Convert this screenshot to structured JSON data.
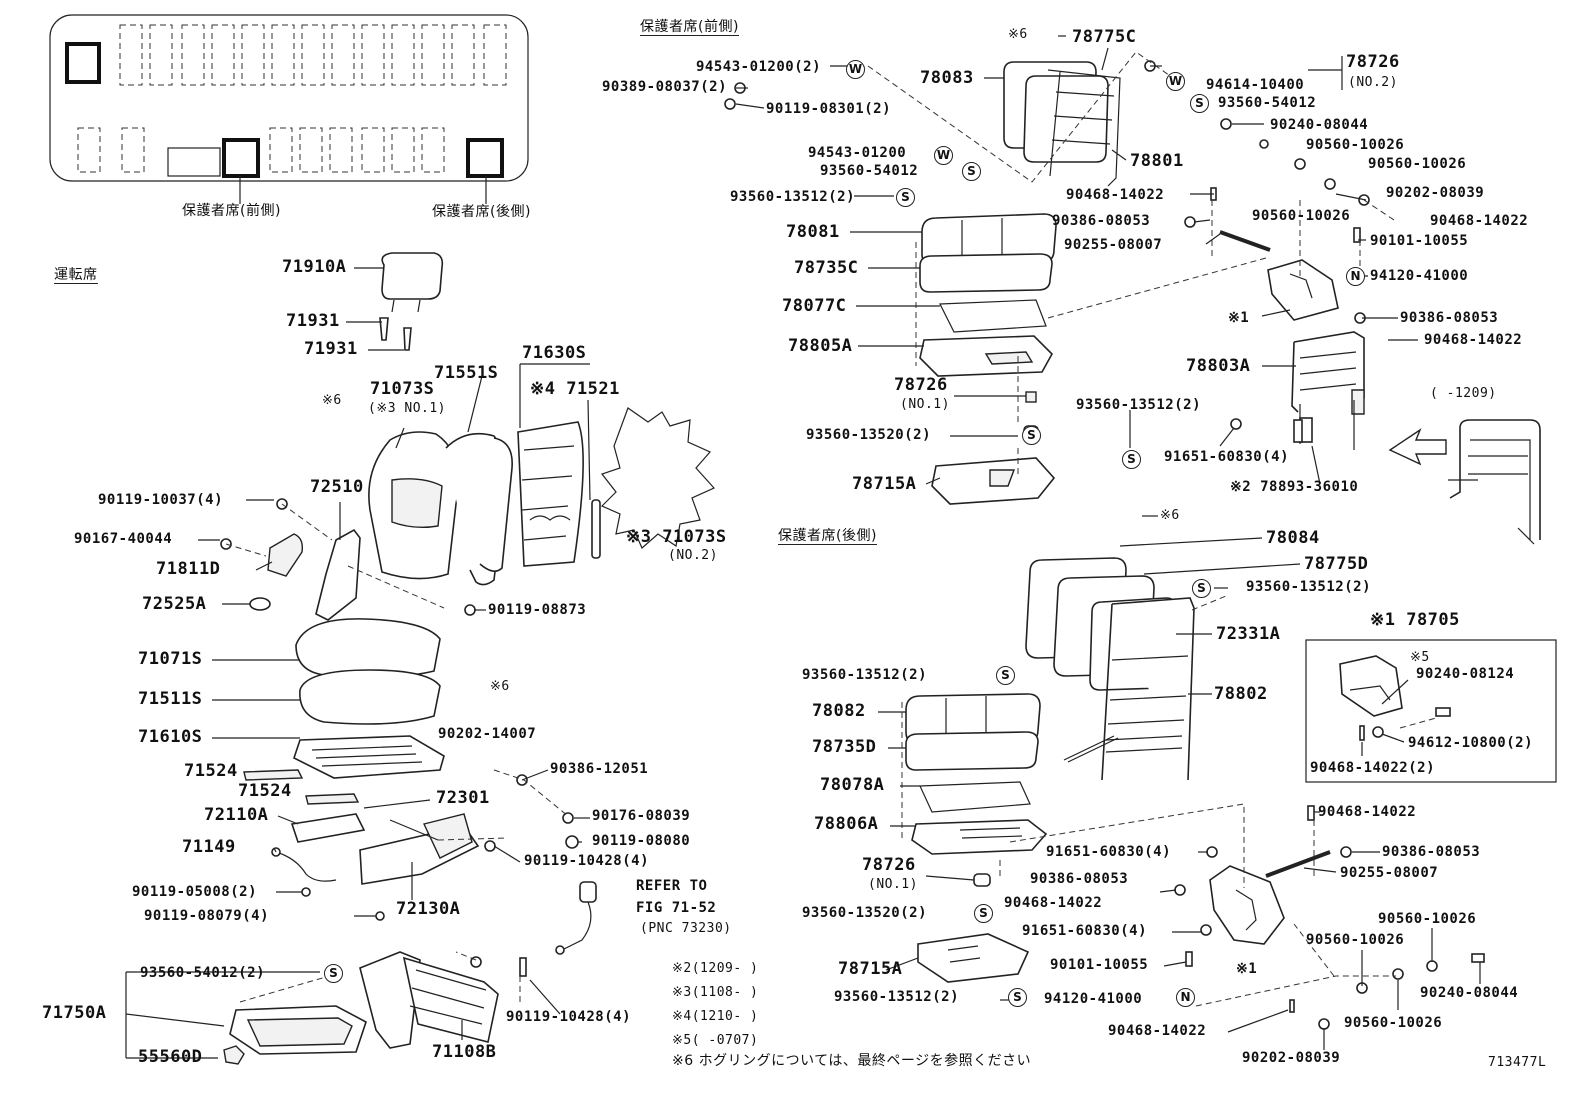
{
  "sections": {
    "guardian_front": "保護者席(前側)",
    "guardian_rear": "保護者席(後側)",
    "driver": "運転席"
  },
  "layout_captions": {
    "front": "保護者席(前側)",
    "rear": "保護者席(後側)"
  },
  "parts": {
    "p71910A": "71910A",
    "p71931a": "71931",
    "p71931b": "71931",
    "p71551S": "71551S",
    "p71630S": "71630S",
    "p71073S": "71073S",
    "p71073S_note": "(※3 NO.1)",
    "p71521": "※4 71521",
    "p_note6a": "※6",
    "p72510": "72510",
    "p90119_10037": "90119-10037(4)",
    "p90167_40044": "90167-40044",
    "p71811D": "71811D",
    "p72525A": "72525A",
    "p90119_08873": "90119-08873",
    "p71073S_2": "※3 71073S",
    "p71073S_2_note": "(NO.2)",
    "p71071S": "71071S",
    "p71511S": "71511S",
    "p_note6b": "※6",
    "p71610S": "71610S",
    "p90202_14007": "90202-14007",
    "p71524a": "71524",
    "p90386_12051": "90386-12051",
    "p71524b": "71524",
    "p72301": "72301",
    "p72110A": "72110A",
    "p90176_08039": "90176-08039",
    "p90119_08080": "90119-08080",
    "p71149": "71149",
    "p90119_10428a": "90119-10428(4)",
    "p90119_05008": "90119-05008(2)",
    "p90119_08079": "90119-08079(4)",
    "p72130A": "72130A",
    "refer1": "REFER TO",
    "refer2": "FIG 71-52",
    "refer3": "(PNC 73230)",
    "p93560_54012a": "93560-54012(2)",
    "p71750A": "71750A",
    "p55560D": "55560D",
    "p90119_10428b": "90119-10428(4)",
    "p71108B": "71108B",
    "n2": "※2(1209-      )",
    "n3": "※3(1108-      )",
    "n4": "※4(1210-      )",
    "n5": "※5(      -0707)",
    "n6": "※6 ホグリングについては、最終ページを参照ください",
    "ref_code": "713477L",
    "f94543_01200a": "94543-01200(2)",
    "f90389_08037": "90389-08037(2)",
    "f90119_08301": "90119-08301(2)",
    "f_note6": "※6",
    "f78775C": "78775C",
    "f78083": "78083",
    "f94543_01200b": "94543-01200",
    "f93560_54012": "93560-54012",
    "f78801": "78801",
    "f93560_13512a": "93560-13512(2)",
    "f78081": "78081",
    "f78735C": "78735C",
    "f78077C": "78077C",
    "f78805A": "78805A",
    "f78726a": "78726",
    "f78726a_note": "(NO.1)",
    "f93560_13520": "93560-13520(2)",
    "f78715A": "78715A",
    "f93560_13512b": "93560-13512(2)",
    "f78726b": "78726",
    "f78726b_note": "(NO.2)",
    "f94614_10400": "94614-10400",
    "f93560_54012b": "93560-54012",
    "f90240_08044": "90240-08044",
    "f90560_10026a": "90560-10026",
    "f90560_10026b": "90560-10026",
    "f90468_14022a": "90468-14022",
    "f90202_08039": "90202-08039",
    "f90386_08053a": "90386-08053",
    "f90560_10026c": "90560-10026",
    "f90468_14022b": "90468-14022",
    "f90255_08007": "90255-08007",
    "f90101_10055": "90101-10055",
    "f94120_41000": "94120-41000",
    "f_note1": "※1",
    "f90386_08053b": "90386-08053",
    "f90468_14022c": "90468-14022",
    "f78803A": "78803A",
    "f91651_60830": "91651-60830(4)",
    "f78893": "※2 78893-36010",
    "f_range": "(      -1209)",
    "r_note6": "※6",
    "r78084": "78084",
    "r78775D": "78775D",
    "r93560_13512a": "93560-13512(2)",
    "r72331A": "72331A",
    "r78705": "※1 78705",
    "r_note5": "※5",
    "r90240_08124": "90240-08124",
    "r94612_10800": "94612-10800(2)",
    "r90468_14022box": "90468-14022(2)",
    "r93560_13512b": "93560-13512(2)",
    "r78802": "78802",
    "r78082": "78082",
    "r78735D": "78735D",
    "r78078A": "78078A",
    "r78806A": "78806A",
    "r90468_14022a": "90468-14022",
    "r91651_60830a": "91651-60830(4)",
    "r90386_08053a": "90386-08053",
    "r78726": "78726",
    "r78726_note": "(NO.1)",
    "r90386_08053b": "90386-08053",
    "r90255_08007": "90255-08007",
    "r90468_14022b": "90468-14022",
    "r93560_13520": "93560-13520(2)",
    "r91651_60830b": "91651-60830(4)",
    "r90560_10026a": "90560-10026",
    "r90560_10026b": "90560-10026",
    "r78715A": "78715A",
    "r90101_10055": "90101-10055",
    "r90240_08044": "90240-08044",
    "r94120_41000": "94120-41000",
    "r_note1": "※1",
    "r93560_13512c": "93560-13512(2)",
    "r90560_10026c": "90560-10026",
    "r90468_14022c": "90468-14022",
    "r90202_08039": "90202-08039"
  },
  "badges": {
    "w": "W",
    "s": "S",
    "n": "N"
  }
}
